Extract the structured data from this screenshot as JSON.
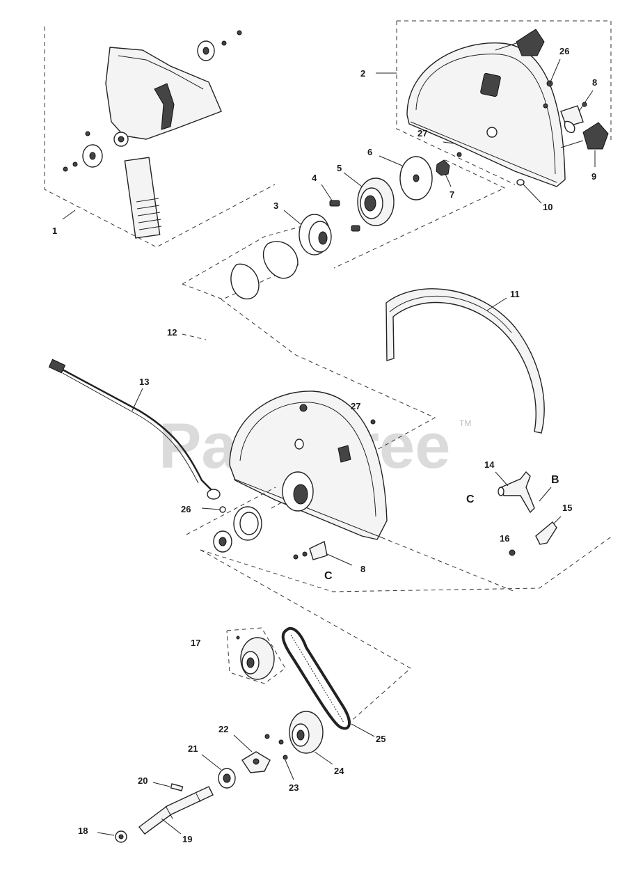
{
  "watermark": {
    "text": "PartsTree",
    "tm": "TM"
  },
  "callouts": [
    {
      "id": "c1",
      "text": "1"
    },
    {
      "id": "c2",
      "text": "2"
    },
    {
      "id": "c3",
      "text": "3"
    },
    {
      "id": "c4",
      "text": "4"
    },
    {
      "id": "c5",
      "text": "5"
    },
    {
      "id": "c6",
      "text": "6"
    },
    {
      "id": "c7",
      "text": "7"
    },
    {
      "id": "c8a",
      "text": "8"
    },
    {
      "id": "c8b",
      "text": "8"
    },
    {
      "id": "c9",
      "text": "9"
    },
    {
      "id": "c10",
      "text": "10"
    },
    {
      "id": "c11",
      "text": "11"
    },
    {
      "id": "c12",
      "text": "12"
    },
    {
      "id": "c13",
      "text": "13"
    },
    {
      "id": "c14",
      "text": "14"
    },
    {
      "id": "c15",
      "text": "15"
    },
    {
      "id": "c16",
      "text": "16"
    },
    {
      "id": "c17",
      "text": "17"
    },
    {
      "id": "c18",
      "text": "18"
    },
    {
      "id": "c19",
      "text": "19"
    },
    {
      "id": "c20",
      "text": "20"
    },
    {
      "id": "c21",
      "text": "21"
    },
    {
      "id": "c22",
      "text": "22"
    },
    {
      "id": "c23",
      "text": "23"
    },
    {
      "id": "c24",
      "text": "24"
    },
    {
      "id": "c25",
      "text": "25"
    },
    {
      "id": "c26a",
      "text": "26"
    },
    {
      "id": "c26b",
      "text": "26"
    },
    {
      "id": "c27a",
      "text": "27"
    },
    {
      "id": "c27b",
      "text": "27"
    },
    {
      "id": "cB",
      "text": "B"
    },
    {
      "id": "cCa",
      "text": "C"
    },
    {
      "id": "cCb",
      "text": "C"
    }
  ]
}
